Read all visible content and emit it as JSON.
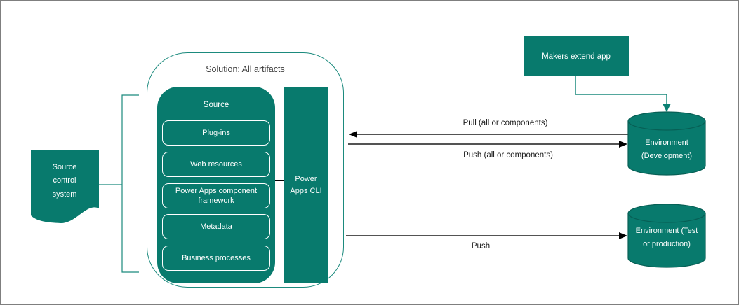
{
  "colors": {
    "teal": "#087a6d",
    "teal_dark": "#075f55",
    "teal_outline": "#1b8a7d",
    "arrow_black": "#1c1c1c",
    "border_gray": "#7f7f7f"
  },
  "source_control": {
    "label": "Source control system"
  },
  "solution": {
    "title": "Solution: All artifacts",
    "source_group": {
      "label": "Source",
      "items": [
        "Plug-ins",
        "Web resources",
        "Power Apps component framework",
        "Metadata",
        "Business processes"
      ]
    },
    "cli_label": "Power Apps CLI"
  },
  "makers_box": {
    "label": "Makers extend app"
  },
  "environments": [
    {
      "label": "Environment (Development)"
    },
    {
      "label": "Environment (Test or production)"
    }
  ],
  "arrows": {
    "pull_label": "Pull (all or components)",
    "push_label": "Push (all or components)",
    "push_bottom_label": "Push"
  }
}
